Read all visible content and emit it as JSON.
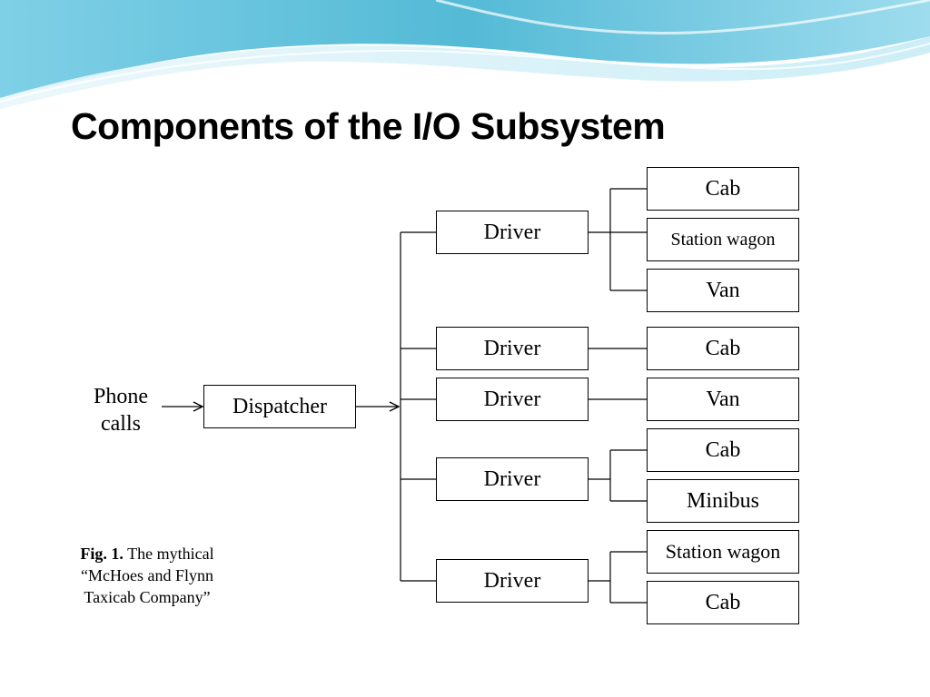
{
  "slide": {
    "title": "Components of the I/O Subsystem"
  },
  "diagram": {
    "source_label": "Phone calls",
    "source_line1": "Phone",
    "source_line2": "calls",
    "dispatcher": "Dispatcher",
    "drivers": [
      {
        "label": "Driver",
        "vehicles": [
          "Cab",
          "Station wagon",
          "Van"
        ]
      },
      {
        "label": "Driver",
        "vehicles": [
          "Cab"
        ]
      },
      {
        "label": "Driver",
        "vehicles": [
          "Van"
        ]
      },
      {
        "label": "Driver",
        "vehicles": [
          "Cab",
          "Minibus"
        ]
      },
      {
        "label": "Driver",
        "vehicles": [
          "Station wagon",
          "Cab"
        ]
      }
    ]
  },
  "caption": {
    "prefix": "Fig. 1.",
    "line1": "The mythical",
    "line2": "“McHoes and Flynn",
    "line3": "Taxicab Company”"
  },
  "colors": {
    "wave_dark": "#4fb3cf",
    "wave_light": "#a9def0",
    "line": "#000000"
  }
}
